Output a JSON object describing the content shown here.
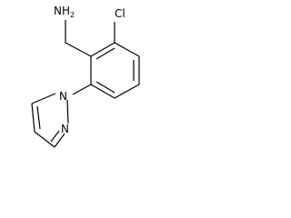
{
  "molecule": {
    "atoms": {
      "amine": {
        "symbol": "N",
        "hydrogen_count": "2",
        "label": "NH2"
      },
      "chlorine": {
        "symbol": "Cl",
        "label": "Cl"
      },
      "pyrazole_n1": {
        "symbol": "N",
        "label": "N"
      },
      "pyrazole_n2": {
        "symbol": "N",
        "label": "N"
      }
    },
    "colors": {
      "bond": "#000000",
      "label": "#000000",
      "background": "#ffffff"
    }
  }
}
